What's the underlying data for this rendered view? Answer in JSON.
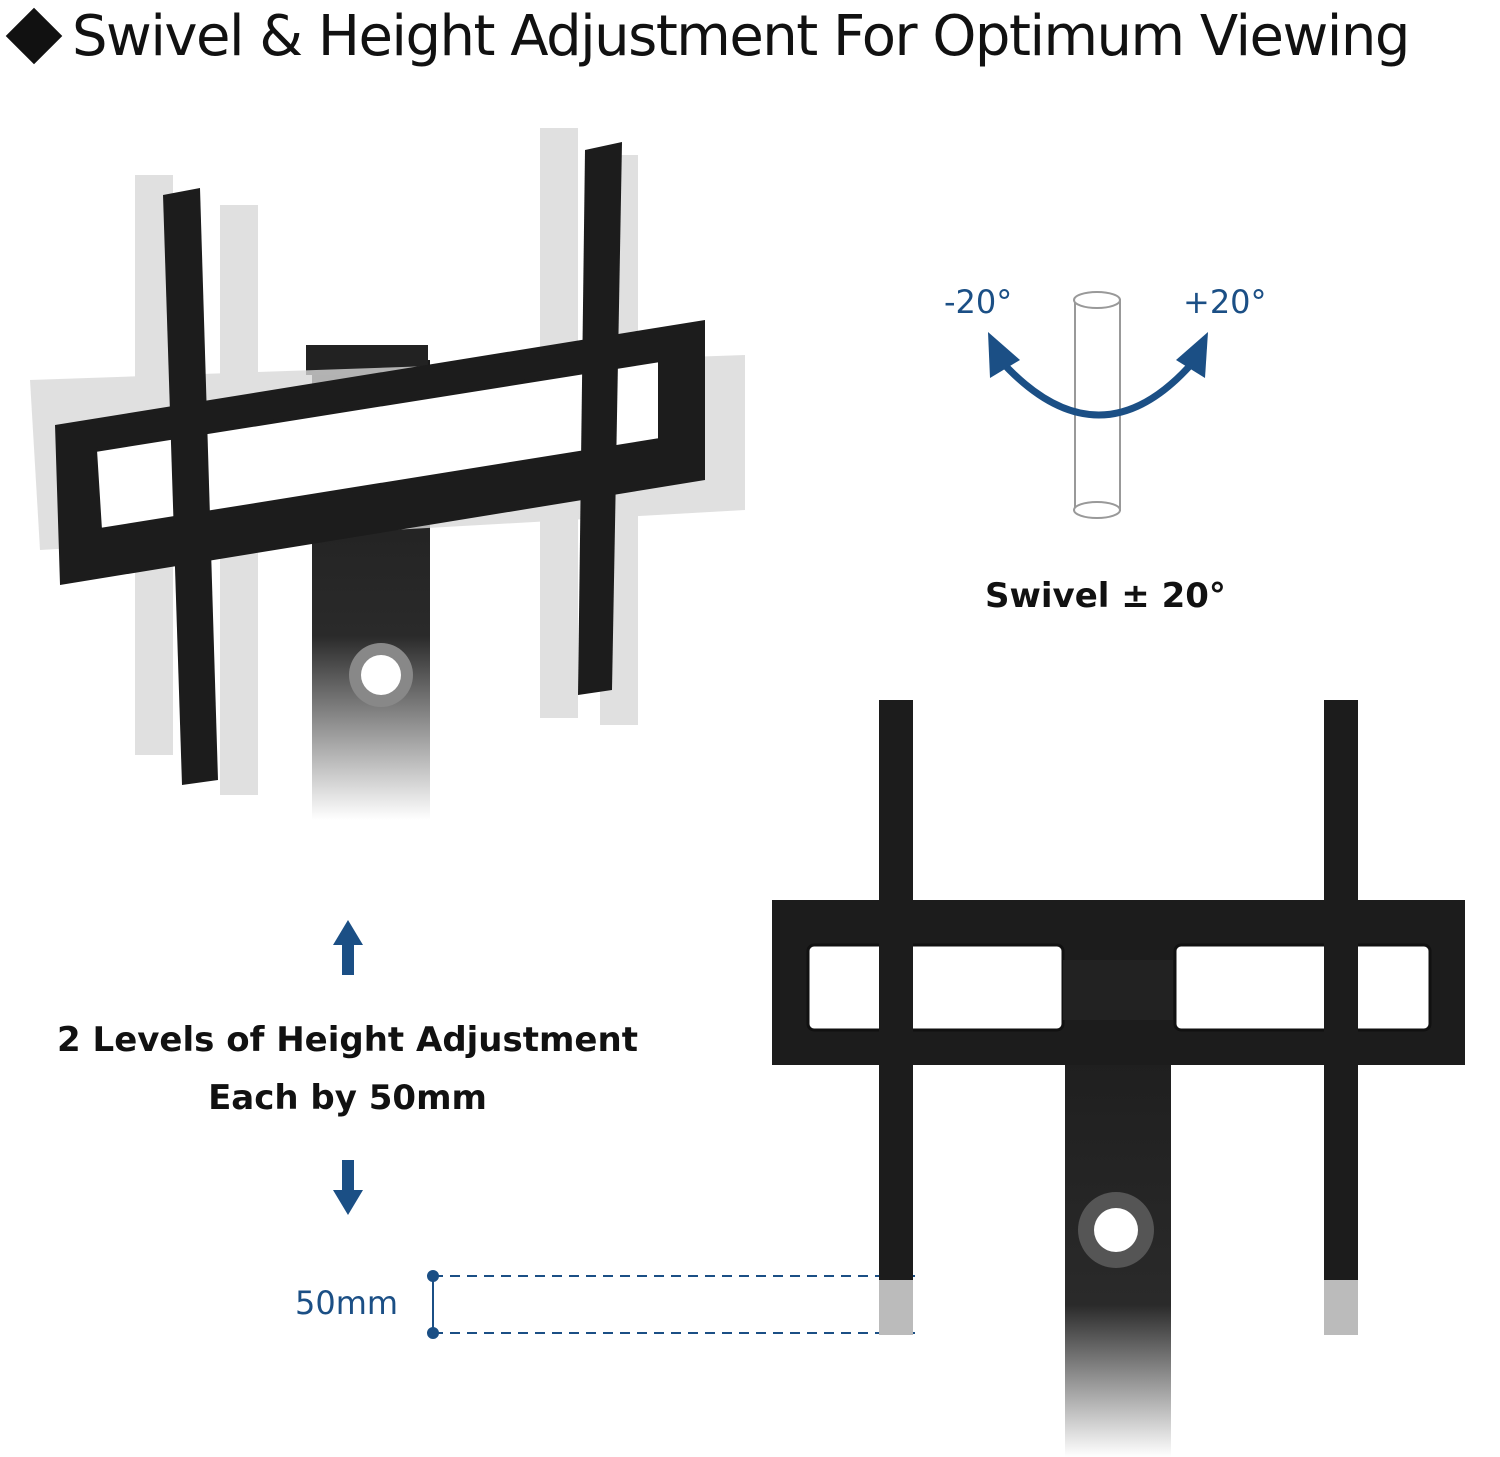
{
  "header": {
    "title": "Swivel & Height Adjustment For Optimum Viewing",
    "bullet_icon": "diamond-icon"
  },
  "swivel": {
    "left_angle": "-20°",
    "right_angle": "+20°",
    "caption": "Swivel ± 20°"
  },
  "height": {
    "line1": "2 Levels of Height Adjustment",
    "line2": "Each by 50mm",
    "measure": "50mm"
  },
  "colors": {
    "accent": "#1b4f85",
    "metal": "#1a1a1a",
    "ghost": "#d4d4d4"
  }
}
